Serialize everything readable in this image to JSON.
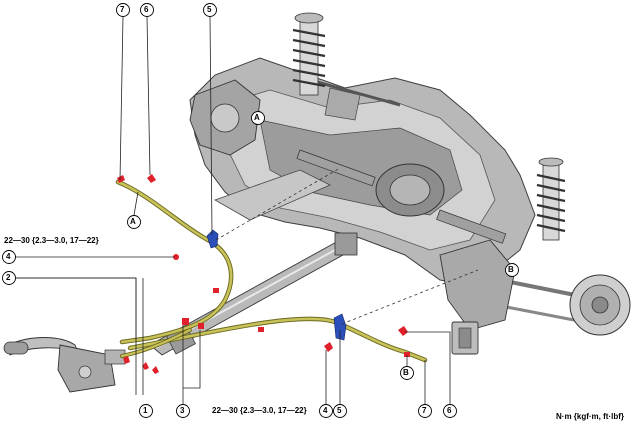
{
  "callouts": {
    "c1": "1",
    "c2": "2",
    "c3": "3",
    "c4_top": "4",
    "c4_bottom": "4",
    "c5_top": "5",
    "c5_bottom": "5",
    "c6_top": "6",
    "c6_bottom": "6",
    "c7_top": "7",
    "c7_bottom": "7"
  },
  "markers": {
    "a_left": "A",
    "a_right": "A",
    "b_left": "B",
    "b_right": "B"
  },
  "torque_top": "22—30 {2.3—3.0, 17—22}",
  "torque_bottom": "22—30 {2.3—3.0, 17—22}",
  "units": "N·m {kgf·m, ft·lbf}",
  "colors": {
    "cable": "#c9c25a",
    "cable_dark": "#6b6a20",
    "clip_red": "#e0202a",
    "bracket_blue": "#2a4fb8",
    "metal_dark": "#6e6e6e",
    "metal_mid": "#a9a9a9",
    "metal_light": "#dcdcdc"
  }
}
